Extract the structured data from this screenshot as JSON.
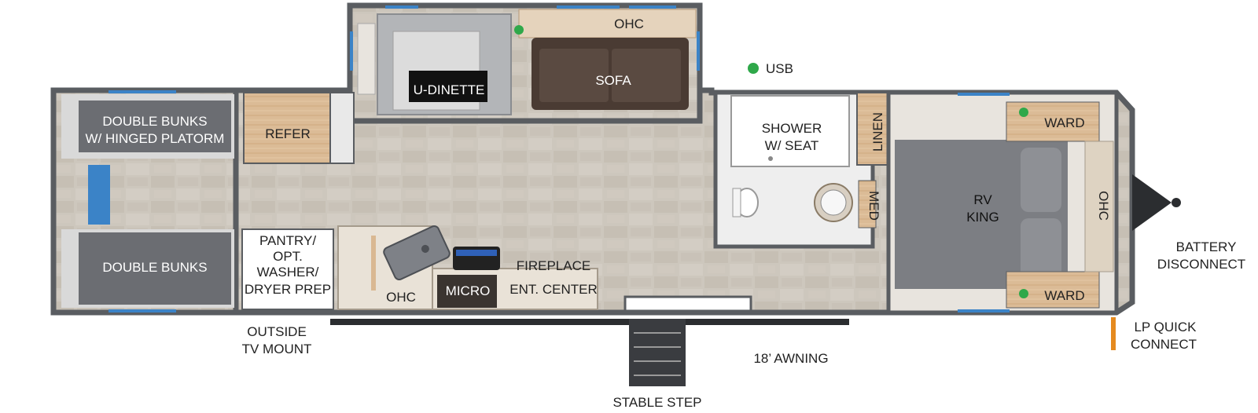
{
  "floorplan": {
    "labels": {
      "double_bunks_hinged_1": "DOUBLE BUNKS",
      "double_bunks_hinged_2": "W/ HINGED PLATORM",
      "double_bunks": "DOUBLE BUNKS",
      "refer": "REFER",
      "pantry_1": "PANTRY/",
      "pantry_2": "OPT.",
      "pantry_3": "WASHER/",
      "pantry_4": "DRYER PREP",
      "outside_tv_1": "OUTSIDE",
      "outside_tv_2": "TV MOUNT",
      "ohc_kitchen": "OHC",
      "micro": "MICRO",
      "fireplace": "FIREPLACE",
      "ent_center": "ENT. CENTER",
      "u_dinette": "U-DINETTE",
      "sofa": "SOFA",
      "ohc_slide": "OHC",
      "usb": "USB",
      "shower_1": "SHOWER",
      "shower_2": "W/ SEAT",
      "linen": "LINEN",
      "med": "MED",
      "rv_king_1": "RV",
      "rv_king_2": "KING",
      "ward_top": "WARD",
      "ward_bottom": "WARD",
      "ohc_bed": "OHC",
      "battery_1": "BATTERY",
      "battery_2": "DISCONNECT",
      "lp_1": "LP QUICK",
      "lp_2": "CONNECT",
      "awning": "18’ AWNING",
      "stable_step": "STABLE STEP"
    },
    "colors": {
      "wall": "#5a5d61",
      "floor": "#cbc5bb",
      "bunk": "#6b6d72",
      "wood": "#d9b892",
      "sofa": "#4a3b33",
      "bed": "#7c7e83",
      "window": "#3b83c7",
      "usb_dot": "#2fa84a",
      "counter": "#e9e2d7"
    }
  }
}
